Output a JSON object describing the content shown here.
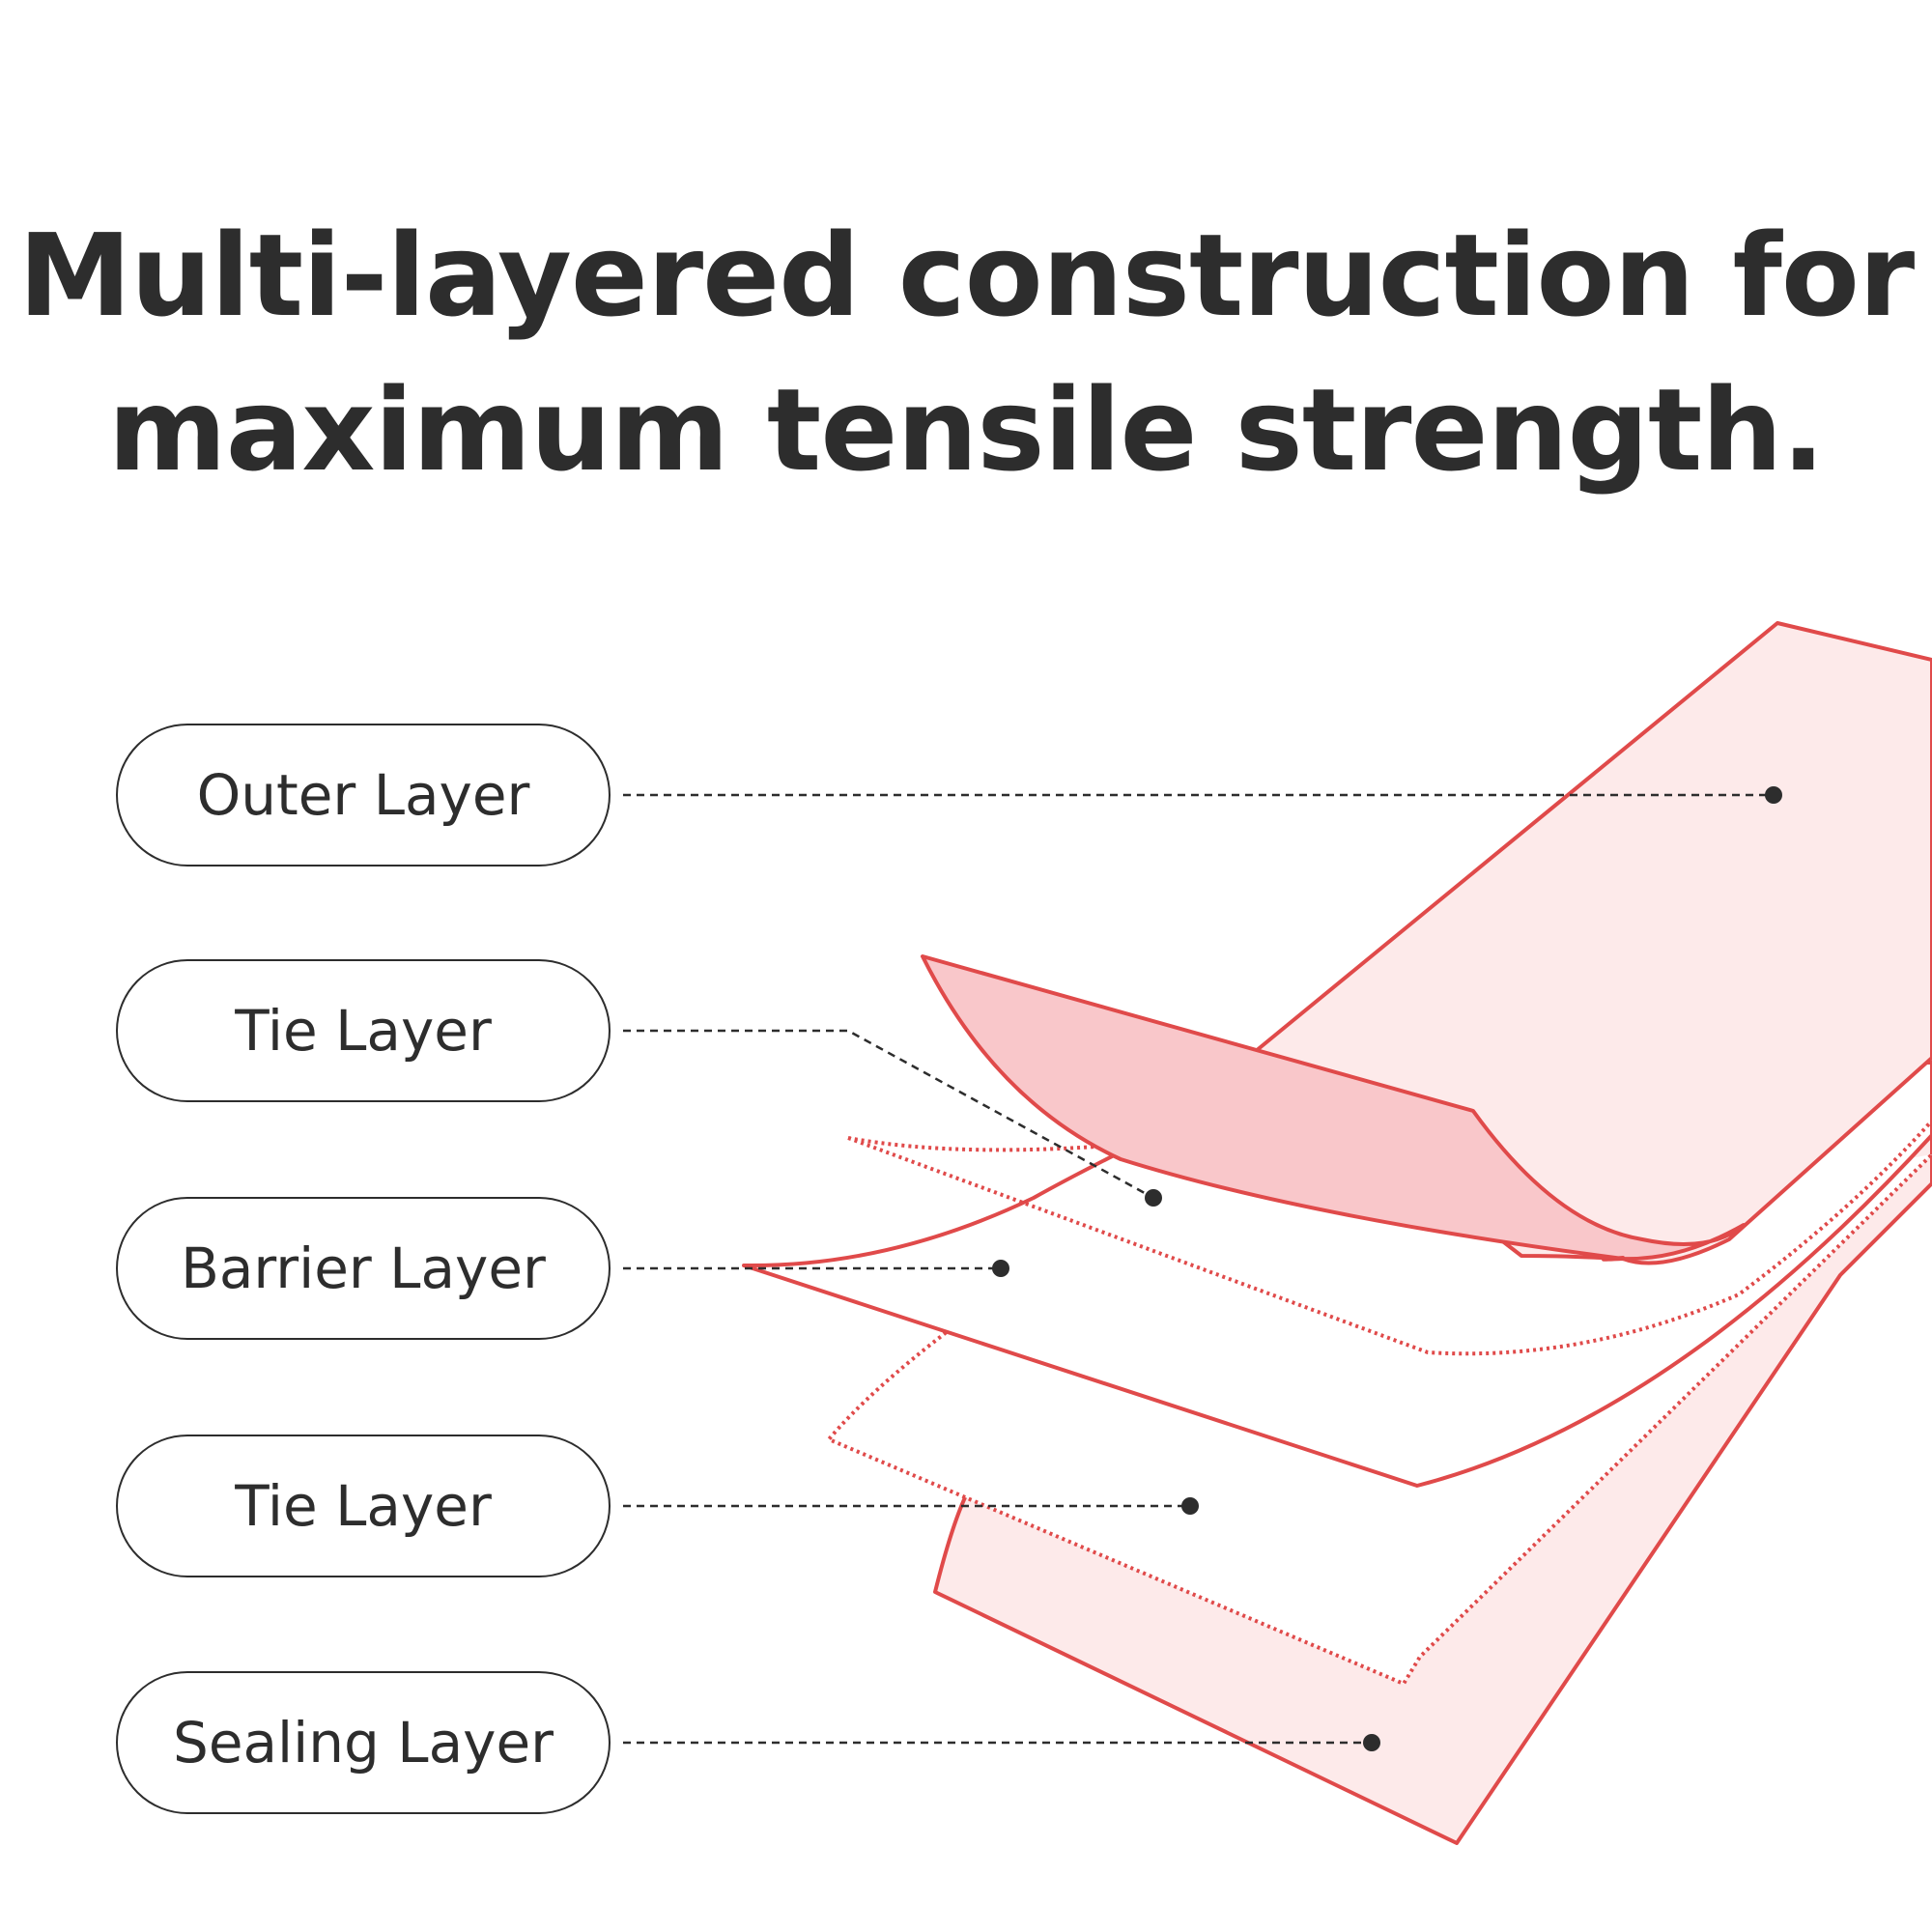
{
  "headline": {
    "line1": "Multi-layered construction for",
    "line2": "maximum tensile strength."
  },
  "labels": [
    {
      "id": "outer",
      "text": "Outer Layer"
    },
    {
      "id": "tie-top",
      "text": "Tie Layer"
    },
    {
      "id": "barrier",
      "text": "Barrier Layer"
    },
    {
      "id": "tie-bottom",
      "text": "Tie Layer"
    },
    {
      "id": "sealing",
      "text": "Sealing Layer"
    }
  ],
  "colors": {
    "text": "#2d2d2d",
    "layer_stroke": "#e04a4a",
    "layer_fill_light": "#fdeaea",
    "layer_fill_medium": "#f9c7ca",
    "background": "#ffffff"
  }
}
